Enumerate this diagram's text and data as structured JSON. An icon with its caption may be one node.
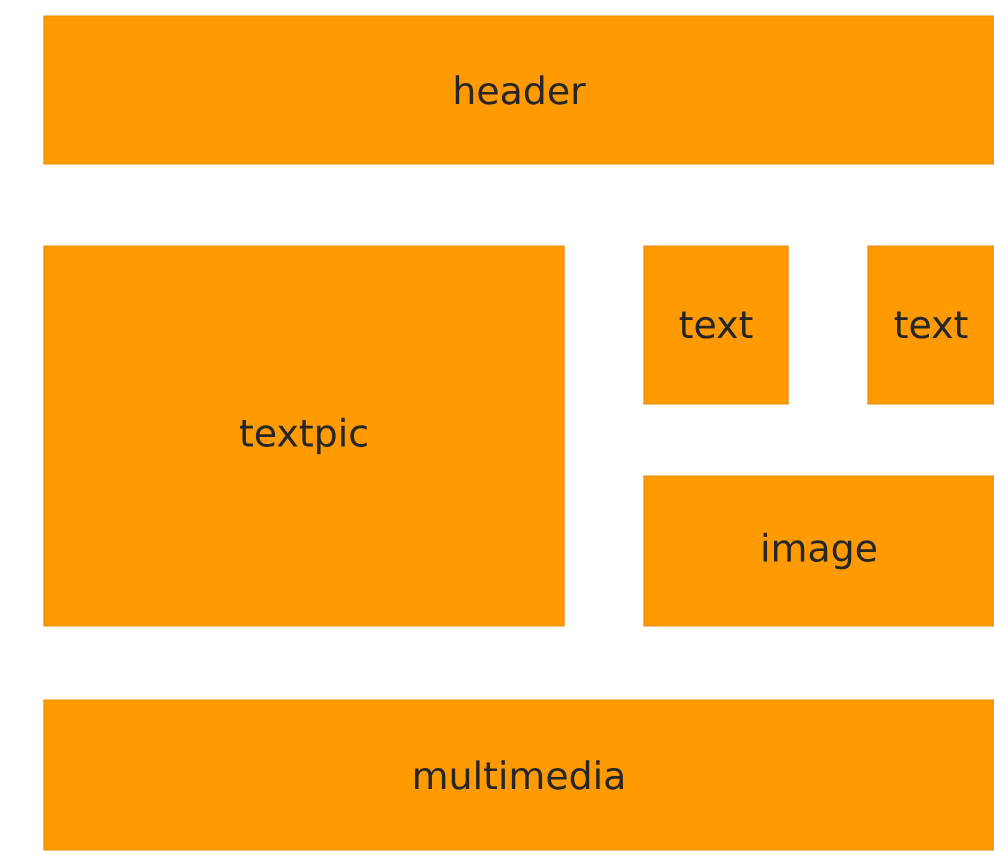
{
  "diagram": {
    "nodes": [
      {
        "text": [
          "header"
        ]
      },
      {
        "text": [
          "textpic"
        ]
      },
      {
        "text": [
          "text"
        ]
      },
      {
        "text": [
          "text"
        ]
      },
      {
        "text": [
          "image"
        ]
      },
      {
        "text": [
          "multimedia"
        ]
      }
    ]
  }
}
